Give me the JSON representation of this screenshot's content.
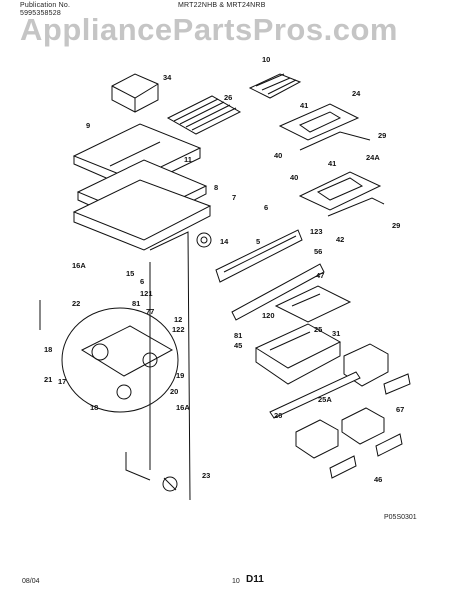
{
  "header": {
    "publication_label": "Publication No.",
    "publication_number": "5995358528",
    "models": "MRT22NHB & MRT24NRB",
    "watermark": "AppliancePartsPros.com"
  },
  "diagram": {
    "part_labels": [
      "34",
      "26",
      "10",
      "41",
      "24",
      "29",
      "40",
      "9",
      "11",
      "41",
      "24A",
      "29",
      "40",
      "8",
      "7",
      "6",
      "14",
      "5",
      "123",
      "42",
      "16A",
      "56",
      "15",
      "6",
      "121",
      "47",
      "22",
      "81",
      "12",
      "122",
      "120",
      "25",
      "31",
      "45",
      "81",
      "77",
      "18",
      "21",
      "17",
      "19",
      "16A",
      "20",
      "25A",
      "67",
      "26",
      "18",
      "23",
      "46"
    ]
  },
  "footer": {
    "drawing_code": "P05S0301",
    "date": "08/04",
    "page_number": "10",
    "section_code": "D11"
  }
}
